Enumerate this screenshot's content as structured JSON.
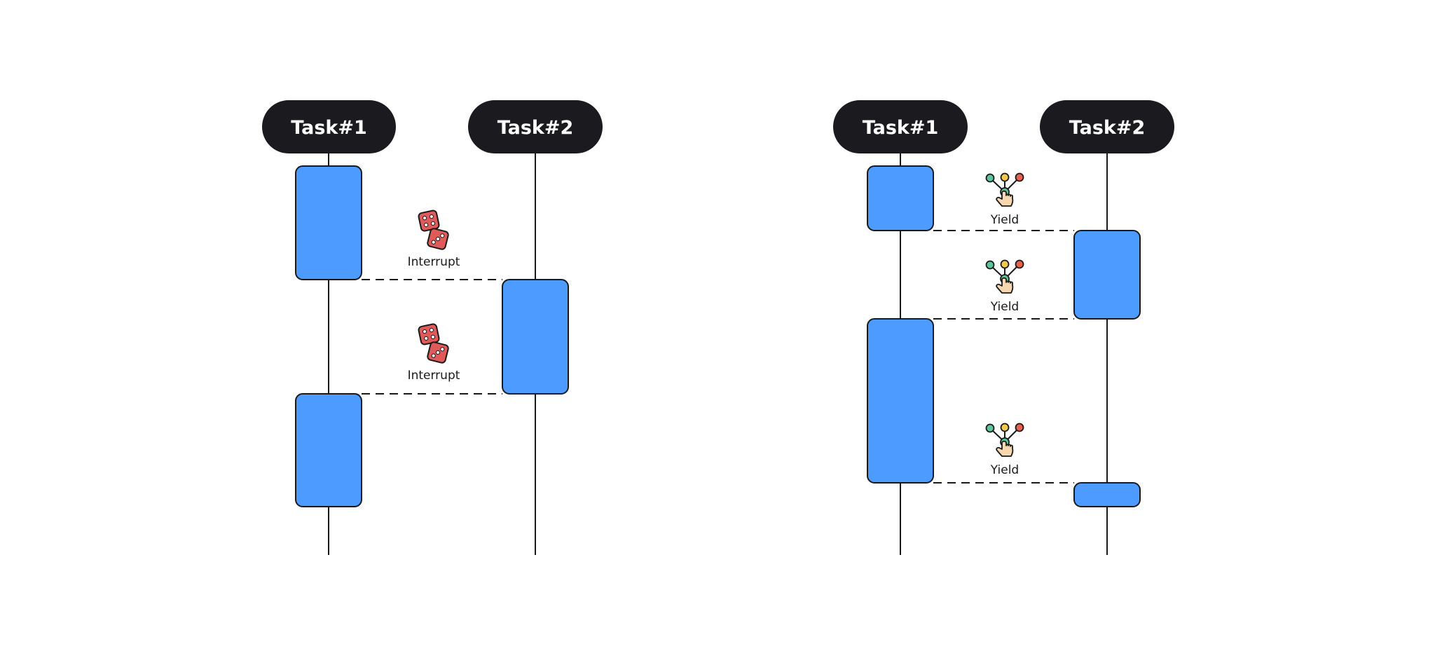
{
  "diagrams": [
    {
      "id": "preemptive",
      "task1_label": "Task#1",
      "task2_label": "Task#2",
      "event_label": "Interrupt",
      "event_icon": "dice-icon",
      "events": [
        {
          "label": "Interrupt"
        },
        {
          "label": "Interrupt"
        }
      ]
    },
    {
      "id": "cooperative",
      "task1_label": "Task#1",
      "task2_label": "Task#2",
      "event_label": "Yield",
      "event_icon": "hand-pointer-network-icon",
      "events": [
        {
          "label": "Yield"
        },
        {
          "label": "Yield"
        },
        {
          "label": "Yield"
        }
      ]
    }
  ],
  "colors": {
    "pill": "#1b1b1f",
    "block": "#4d9bff",
    "line": "#1a1a1a",
    "dice": "#e05a5a",
    "node_green": "#5cc59a",
    "node_yellow": "#f2c94c",
    "node_red": "#e8604c",
    "hand": "#f6d7b0"
  }
}
